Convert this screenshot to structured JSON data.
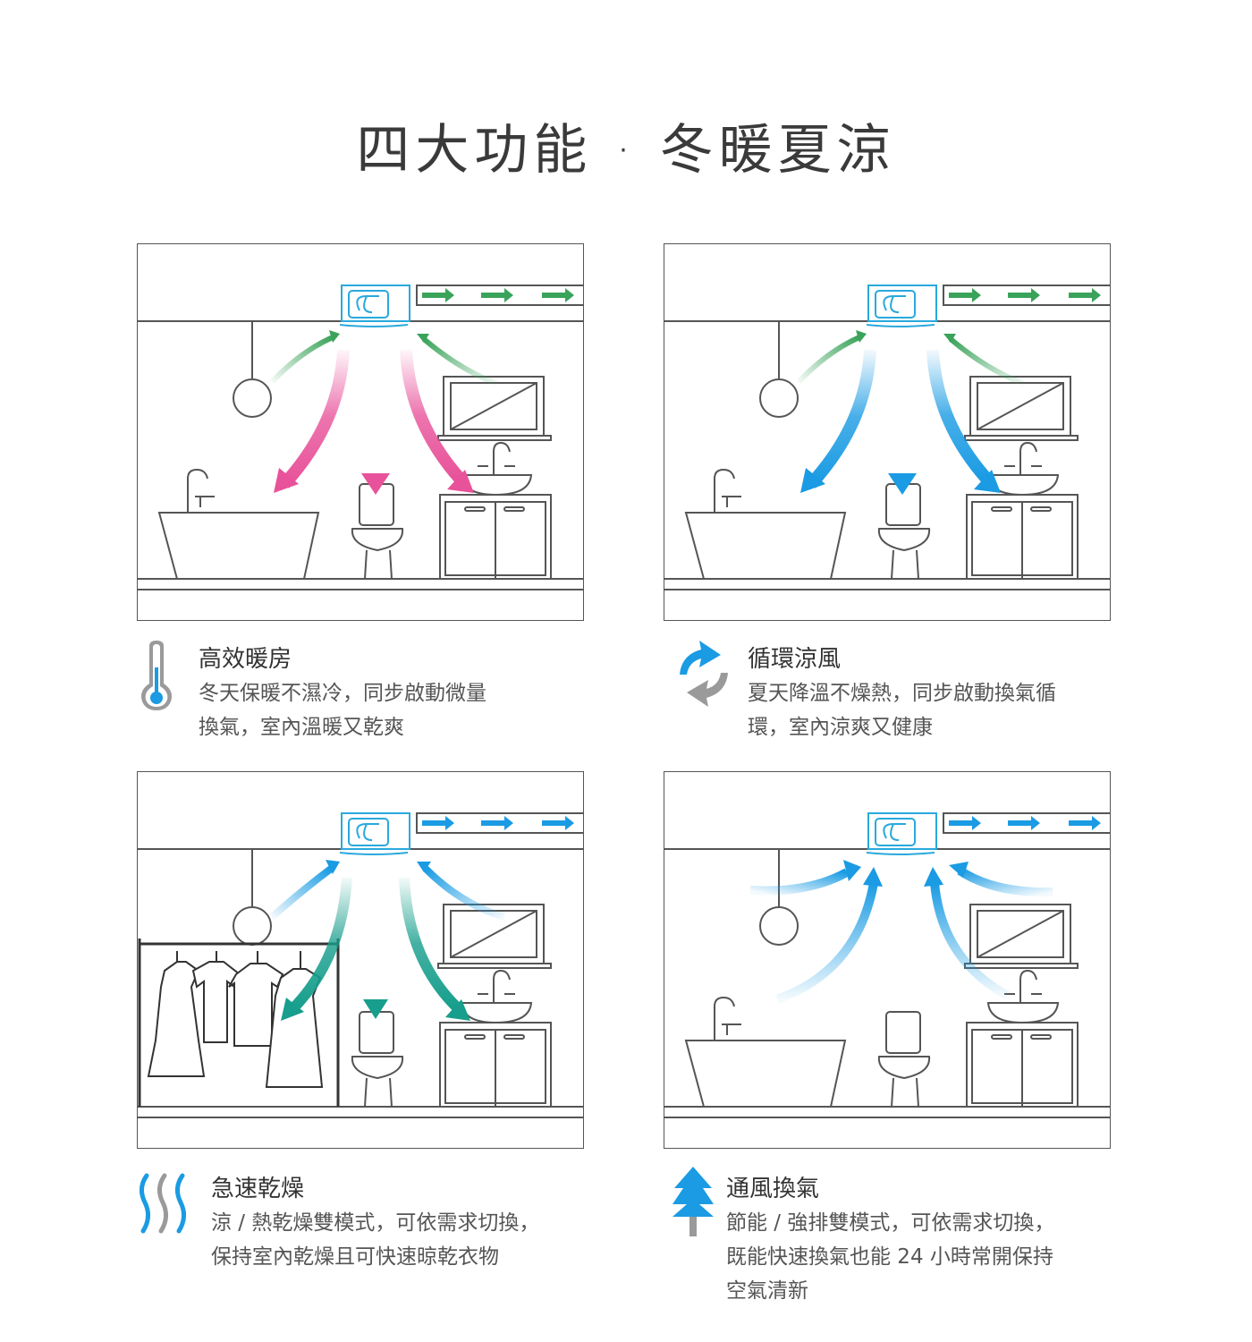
{
  "title": "四大功能 · 冬暖夏涼",
  "colors": {
    "line": "#555555",
    "pink": "#e8529a",
    "green": "#3aa35a",
    "blue": "#1a9be3",
    "teal": "#179e8c",
    "fan_cyan": "#29a9dc",
    "icon_gray": "#9a9a9a"
  },
  "features": [
    {
      "icon": "thermometer-icon",
      "title": "高效暖房",
      "desc_line1": "冬天保暖不濕冷，同步啟動微量",
      "desc_line2": "換氣，室內溫暖又乾爽"
    },
    {
      "icon": "circulation-arrows-icon",
      "title": "循環涼風",
      "desc_line1": "夏天降溫不燥熱，同步啟動換氣循",
      "desc_line2": "環，室內涼爽又健康"
    },
    {
      "icon": "heat-waves-icon",
      "title": "急速乾燥",
      "desc_line1": "涼 / 熱乾燥雙模式，可依需求切換，",
      "desc_line2": "保持室內乾燥且可快速晾乾衣物"
    },
    {
      "icon": "up-arrow-tree-icon",
      "title": "通風換氣",
      "desc_line1": "節能 / 強排雙模式，可依需求切換，",
      "desc_line2": "既能快速換氣也能 24 小時常開保持",
      "desc_line3": "空氣清新"
    }
  ]
}
